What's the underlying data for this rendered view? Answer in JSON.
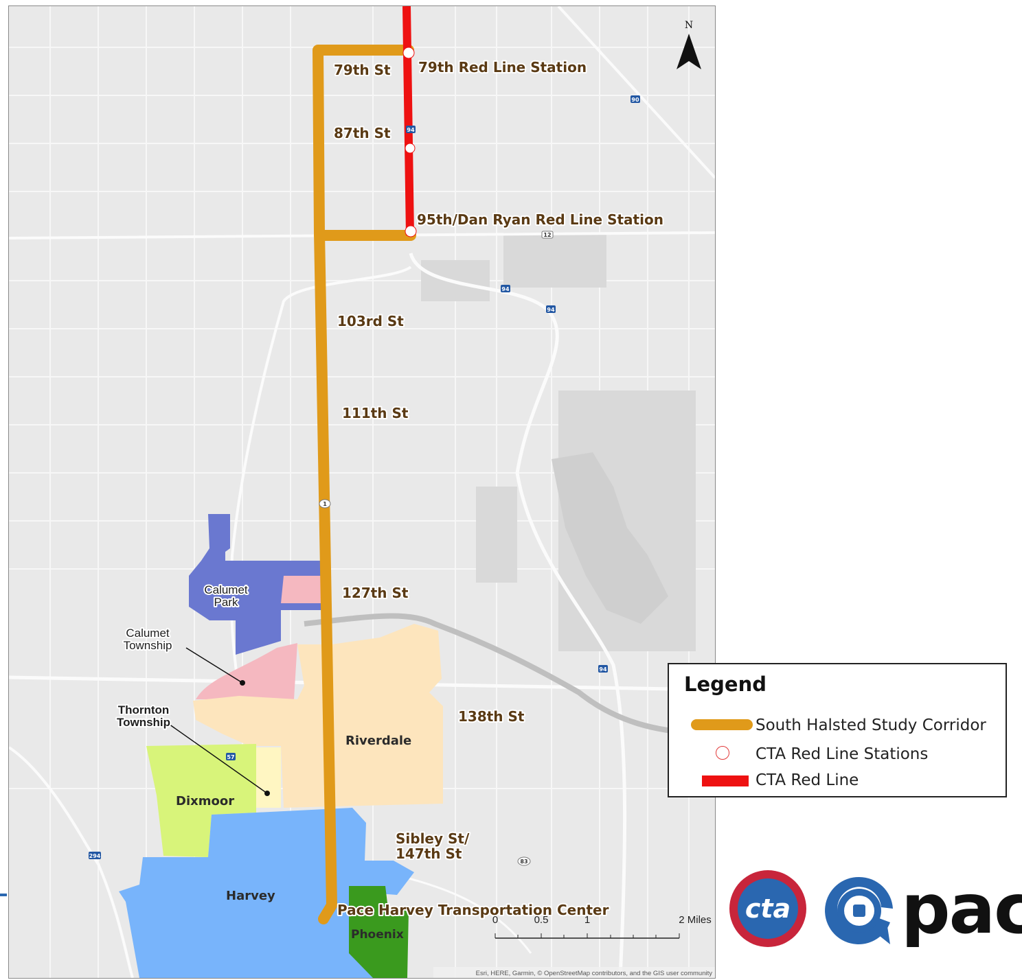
{
  "map": {
    "north_label": "N",
    "street_labels": {
      "s79": "79th St",
      "s87": "87th St",
      "s103": "103rd St",
      "s111": "111th St",
      "s127": "127th St",
      "s138": "138th St",
      "sibley_line1": "Sibley St/",
      "sibley_line2": "147th St"
    },
    "station_labels": {
      "st79": "79th Red Line Station",
      "st95": "95th/Dan Ryan Red Line Station"
    },
    "place_labels": {
      "calumet_park_1": "Calumet",
      "calumet_park_2": "Park",
      "calumet_twp_1": "Calumet",
      "calumet_twp_2": "Township",
      "thornton_twp_1": "Thornton",
      "thornton_twp_2": "Township",
      "riverdale": "Riverdale",
      "dixmoor": "Dixmoor",
      "harvey": "Harvey",
      "phoenix": "Phoenix",
      "pace_center": "Pace Harvey Transportation Center"
    },
    "shields": {
      "i90": "90",
      "i94a": "94",
      "i94b": "94",
      "i94c": "94",
      "i94d": "94",
      "us12": "12",
      "il1": "1",
      "i57": "57",
      "i294": "294",
      "il83": "83"
    },
    "scale_bar": {
      "labels": [
        "0",
        "0.5",
        "1",
        "2 Miles"
      ]
    },
    "attribution": "Esri, HERE, Garmin, © OpenStreetMap contributors, and the GIS user community"
  },
  "legend": {
    "title": "Legend",
    "items": [
      {
        "label": "South Halsted Study Corridor",
        "color": "#e09a1a"
      },
      {
        "label": "CTA Red Line Stations",
        "color": "#e23a3a"
      },
      {
        "label": "CTA Red Line",
        "color": "#ee1111"
      }
    ]
  },
  "logos": {
    "cta": "cta",
    "pace": "pace"
  },
  "colors": {
    "corridor": "#e09a1a",
    "red_line": "#ee1111",
    "calumet_park": "#6a78d0",
    "calumet_township": "#f5b8c0",
    "riverdale": "#fde5bd",
    "thornton_township": "#fff6c2",
    "dixmoor": "#d8f47a",
    "harvey": "#78b4fb",
    "phoenix": "#3a9a1e"
  }
}
